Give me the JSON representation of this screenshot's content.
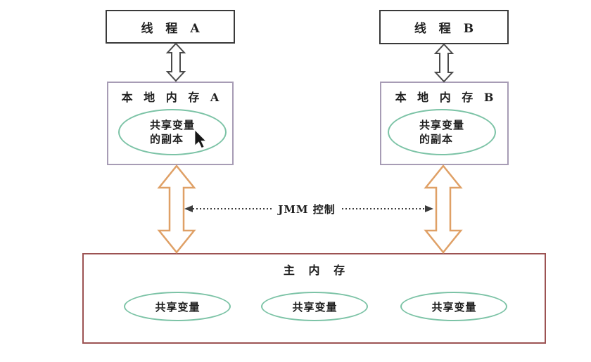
{
  "diagram": {
    "thread_a_label": "线 程 A",
    "thread_b_label": "线 程 B",
    "local_memory_a": {
      "title": "本 地 内 存 A",
      "shared_copy_line1": "共享变量",
      "shared_copy_line2": "的副本"
    },
    "local_memory_b": {
      "title": "本 地 内 存 B",
      "shared_copy_line1": "共享变量",
      "shared_copy_line2": "的副本"
    },
    "jmm_control_label": "JMM 控制",
    "main_memory": {
      "title": "主 内 存",
      "shared_vars": [
        "共享变量",
        "共享变量",
        "共享变量"
      ]
    }
  },
  "colors": {
    "thread_box_border": "#3a3a3a",
    "local_memory_border": "#a79cb5",
    "main_memory_border": "#9c5353",
    "ellipse_stroke": "#7cc3a6",
    "big_arrow_stroke": "#dfa066",
    "small_arrow_stroke": "#4a4a4a",
    "dotted_line": "#3c3c3c",
    "text": "#1f1f1f",
    "background": "#ffffff"
  }
}
